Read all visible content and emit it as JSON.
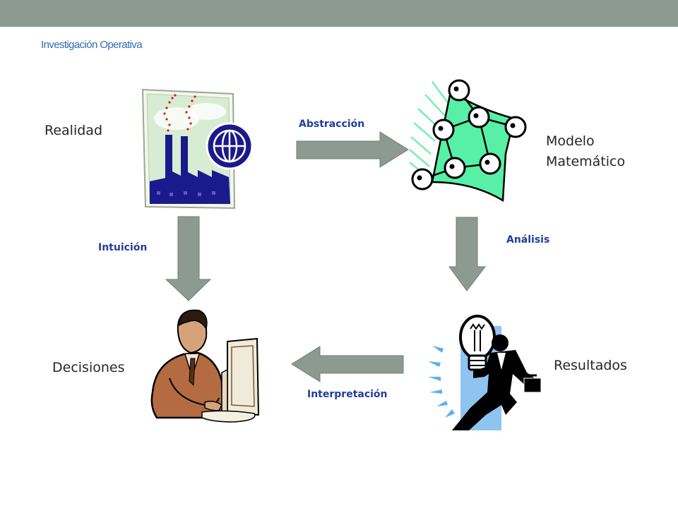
{
  "header": {
    "title": "Investigación Operativa"
  },
  "nodes": {
    "realidad": "Realidad",
    "modelo_line1": "Modelo",
    "modelo_line2": "Matemático",
    "decisiones": "Decisiones",
    "resultados": "Resultados"
  },
  "edges": {
    "abstraccion": "Abstracción",
    "analisis": "Análisis",
    "intuicion": "Intuición",
    "interpretacion": "Interpretación"
  },
  "colors": {
    "topbar": "#8c9a91",
    "arrow_fill": "#8c9a91",
    "header_text": "#2f6bb5",
    "edge_text": "#1f3e9e",
    "graph_green": "#57f0a6",
    "factory_blue": "#1a1a8c",
    "idea_blue": "#8fc4f0"
  },
  "icons": [
    "factory-globe-clipart",
    "graph-network-clipart",
    "person-at-computer-clipart",
    "lightbulb-idea-clipart"
  ]
}
